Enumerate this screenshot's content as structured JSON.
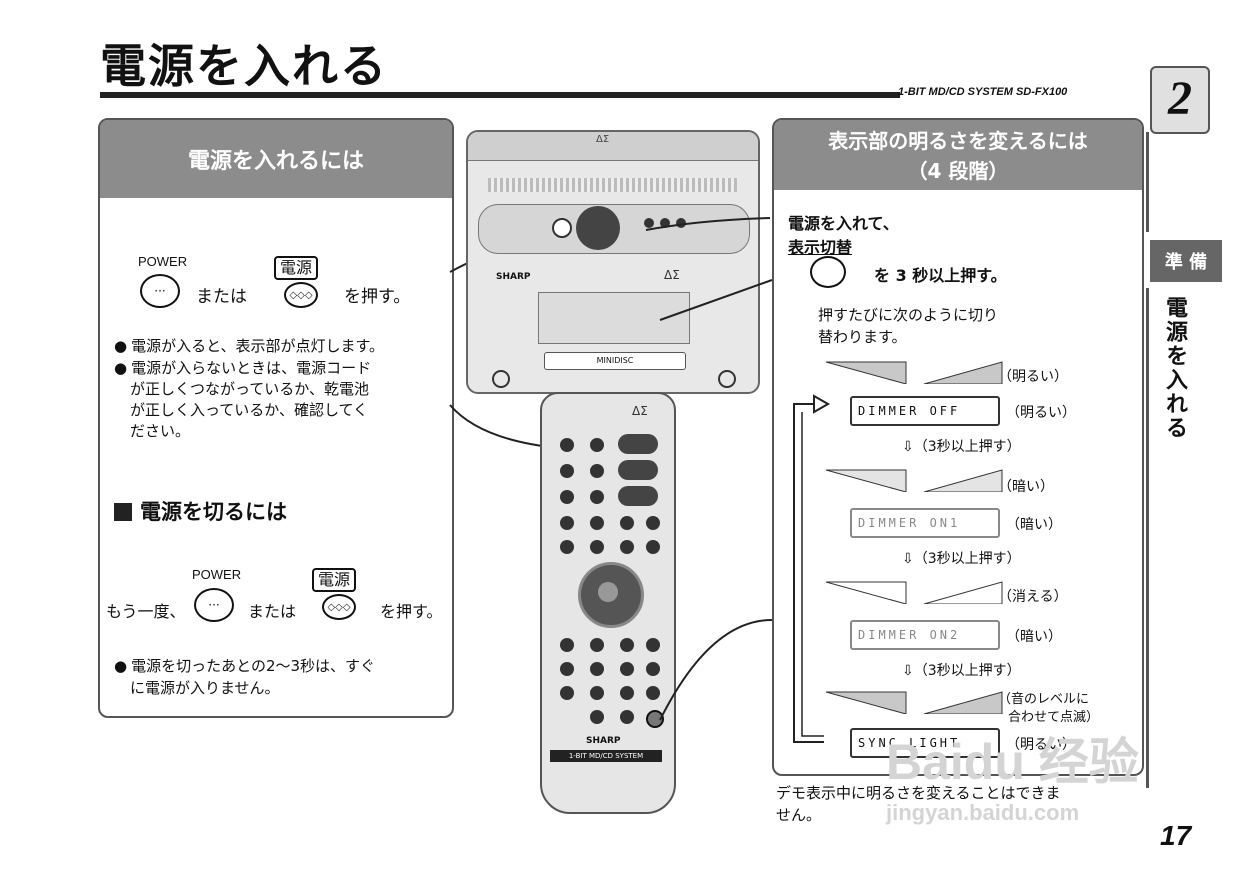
{
  "header": {
    "title": "電源を入れる",
    "model": "1-BIT MD/CD SYSTEM  SD-FX100"
  },
  "left_panel": {
    "title": "電源を入れるには",
    "power_label": "POWER",
    "power_glyph": "···",
    "dengen_label": "電源",
    "dengen_glyph": "◇◇◇",
    "or_text": "または",
    "press_text": "を押す。",
    "notes": [
      "電源が入ると、表示部が点灯します。",
      "電源が入らないときは、電源コード",
      "が正しくつながっているか、乾電池",
      "が正しく入っているか、確認してく",
      "ださい。"
    ],
    "off_title": "電源を切るには",
    "again_text": "もう一度、",
    "off_notes": [
      "電源を切ったあとの2～3秒は、すぐ",
      "に電源が入りません。"
    ]
  },
  "device": {
    "brand": "SHARP",
    "cassette_label": "MINIDISC",
    "logo": "ΔΣ"
  },
  "remote": {
    "brand": "SHARP",
    "footer": "1-BIT MD/CD SYSTEM",
    "logo": "ΔΣ"
  },
  "right_panel": {
    "title_line1": "表示部の明るさを変えるには",
    "title_line2": "（4 段階）",
    "step1": "電源を入れて、",
    "step2_label": "表示切替",
    "step2_action": "を 3 秒以上押す。",
    "desc_line1": "押すたびに次のように切り",
    "desc_line2": "替わります。",
    "states": [
      {
        "wedge_label": "（明るい）",
        "display": "DIMMER OFF",
        "level": "（明るい）",
        "press": "（3秒以上押す）"
      },
      {
        "wedge_label": "（暗い）",
        "display": "DIMMER ON1",
        "level": "（暗い）",
        "press": "（3秒以上押す）"
      },
      {
        "wedge_label": "（消える）",
        "display": "DIMMER ON2",
        "level": "（暗い）",
        "press": "（3秒以上押す）"
      },
      {
        "wedge_label_1": "（音のレベルに",
        "wedge_label_2": "合わせて点滅）",
        "display": "SYNC LIGHT",
        "level": "（明るい）"
      }
    ],
    "note_line1": "デモ表示中に明るさを変えることはできま",
    "note_line2": "せん。"
  },
  "sidebar": {
    "chapter": "2",
    "tab": "準 備",
    "section": "電源を入れる",
    "page": "17"
  },
  "watermark": {
    "line1": "Baidu 经验",
    "line2": "jingyan.baidu.com"
  }
}
